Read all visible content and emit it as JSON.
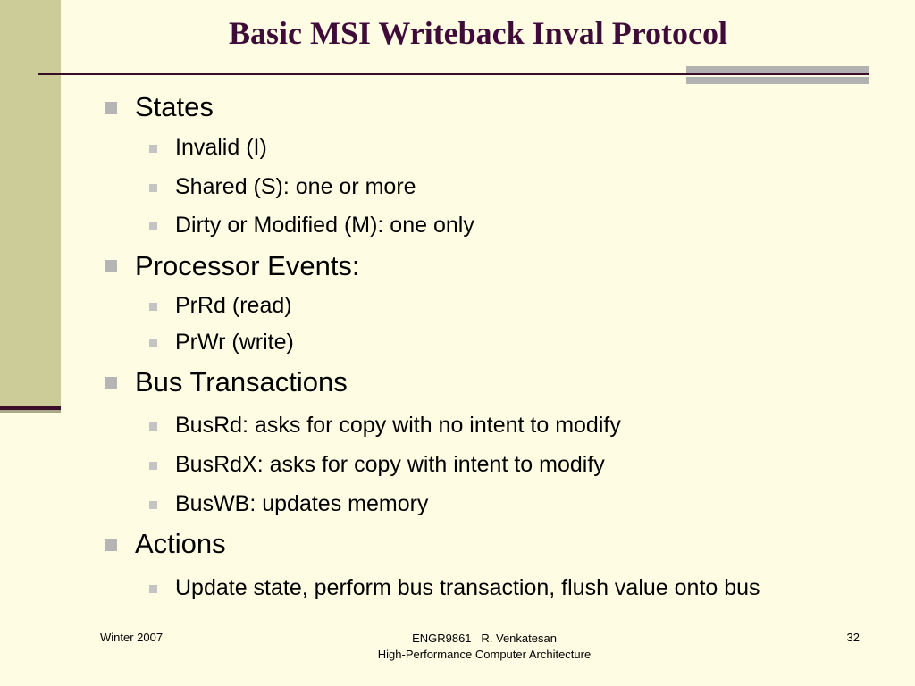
{
  "title": "Basic MSI Writeback Inval Protocol",
  "sections": [
    {
      "label": "States",
      "items": [
        "Invalid (I)",
        "Shared (S): one or more",
        "Dirty or Modified (M): one only"
      ]
    },
    {
      "label": "Processor Events:",
      "items": [
        "PrRd (read)",
        "PrWr (write)"
      ]
    },
    {
      "label": "Bus Transactions",
      "items": [
        "BusRd: asks for copy with no intent to modify",
        "BusRdX: asks for copy with intent to modify",
        "BusWB: updates memory"
      ]
    },
    {
      "label": "Actions",
      "items": [
        "Update state, perform bus transaction, flush value onto bus"
      ]
    }
  ],
  "footer": {
    "left": "Winter 2007",
    "center_line1": "ENGR9861   R. Venkatesan",
    "center_line2": "High-Performance Computer Architecture",
    "page_number": "32"
  },
  "colors": {
    "background": "#fefde3",
    "title": "#3f0c3a",
    "accent_band": "#cccc99",
    "rule": "#3a0d28"
  }
}
